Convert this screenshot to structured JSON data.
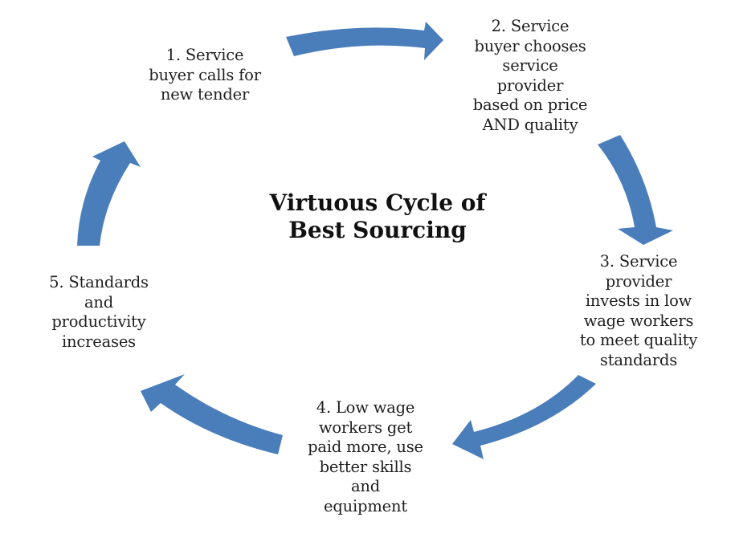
{
  "diagram": {
    "type": "cycle",
    "title_lines": [
      "Virtuous Cycle of",
      "Best Sourcing"
    ],
    "arrow_color": "#4A7EBB",
    "steps": [
      {
        "number": 1,
        "lines": [
          "1. Service",
          "buyer calls for",
          "new tender"
        ]
      },
      {
        "number": 2,
        "lines": [
          "2. Service",
          "buyer chooses",
          "service",
          "provider",
          "based on price",
          "AND quality"
        ]
      },
      {
        "number": 3,
        "lines": [
          "3. Service",
          "provider",
          "invests in low",
          "wage workers",
          "to meet quality",
          "standards"
        ]
      },
      {
        "number": 4,
        "lines": [
          "4. Low wage",
          "workers get",
          "paid more, use",
          "better skills",
          "and",
          "equipment"
        ]
      },
      {
        "number": 5,
        "lines": [
          "5. Standards",
          "and",
          "productivity",
          "increases"
        ]
      }
    ],
    "arrows": [
      {
        "from": 1,
        "to": 2,
        "direction": "right",
        "icon": "curved-arrow-right-icon"
      },
      {
        "from": 2,
        "to": 3,
        "direction": "down",
        "icon": "curved-arrow-down-icon"
      },
      {
        "from": 3,
        "to": 4,
        "direction": "down-left",
        "icon": "curved-arrow-down-left-icon"
      },
      {
        "from": 4,
        "to": 5,
        "direction": "up-left",
        "icon": "curved-arrow-up-left-icon"
      },
      {
        "from": 5,
        "to": 1,
        "direction": "up",
        "icon": "curved-arrow-up-icon"
      }
    ]
  }
}
